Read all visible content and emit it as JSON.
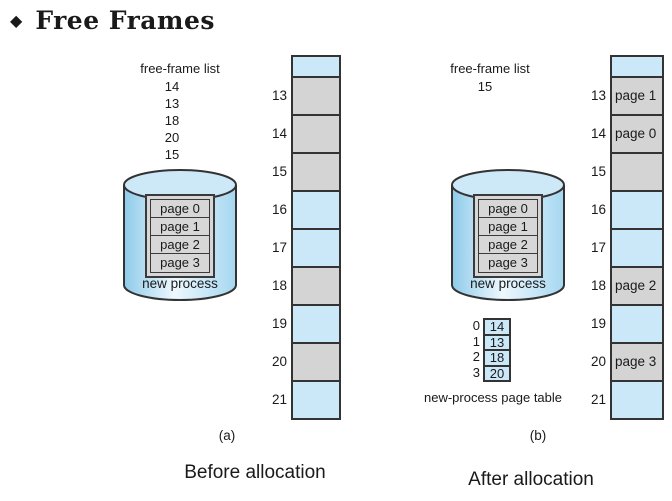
{
  "title": {
    "bullet": "◆",
    "text": "Free Frames"
  },
  "colors": {
    "frame_shaded_fill": "#d4d4d4",
    "frame_plain_fill": "#cbe8f8",
    "border": "#333333",
    "cylinder_top_fill": "#cde9f8",
    "cylinder_edge": "#8ecbea",
    "cylinder_center": "#eef8fe",
    "page_box_fill": "#d7d7d7"
  },
  "panel_a": {
    "free_frame_list_label": "free-frame list",
    "free_frame_numbers": [
      "14",
      "13",
      "18",
      "20",
      "15"
    ],
    "disk": {
      "pages": [
        "page 0",
        "page 1",
        "page 2",
        "page 3"
      ],
      "label": "new process"
    },
    "memory_frames": [
      {
        "frame": "13",
        "shaded": true,
        "content": ""
      },
      {
        "frame": "14",
        "shaded": true,
        "content": ""
      },
      {
        "frame": "15",
        "shaded": true,
        "content": ""
      },
      {
        "frame": "16",
        "shaded": false,
        "content": ""
      },
      {
        "frame": "17",
        "shaded": false,
        "content": ""
      },
      {
        "frame": "18",
        "shaded": true,
        "content": ""
      },
      {
        "frame": "19",
        "shaded": false,
        "content": ""
      },
      {
        "frame": "20",
        "shaded": true,
        "content": ""
      },
      {
        "frame": "21",
        "shaded": false,
        "content": ""
      }
    ],
    "caption": "(a)",
    "subcaption": "Before allocation"
  },
  "panel_b": {
    "free_frame_list_label": "free-frame list",
    "free_frame_numbers": [
      "15"
    ],
    "disk": {
      "pages": [
        "page 0",
        "page 1",
        "page 2",
        "page 3"
      ],
      "label": "new process"
    },
    "page_table": {
      "rows": [
        {
          "index": "0",
          "frame": "14"
        },
        {
          "index": "1",
          "frame": "13"
        },
        {
          "index": "2",
          "frame": "18"
        },
        {
          "index": "3",
          "frame": "20"
        }
      ],
      "label": "new-process page table"
    },
    "memory_frames": [
      {
        "frame": "13",
        "shaded": true,
        "content": "page 1"
      },
      {
        "frame": "14",
        "shaded": true,
        "content": "page 0"
      },
      {
        "frame": "15",
        "shaded": true,
        "content": ""
      },
      {
        "frame": "16",
        "shaded": false,
        "content": ""
      },
      {
        "frame": "17",
        "shaded": false,
        "content": ""
      },
      {
        "frame": "18",
        "shaded": true,
        "content": "page 2"
      },
      {
        "frame": "19",
        "shaded": false,
        "content": ""
      },
      {
        "frame": "20",
        "shaded": true,
        "content": "page 3"
      },
      {
        "frame": "21",
        "shaded": false,
        "content": ""
      }
    ],
    "caption": "(b)",
    "subcaption": "After allocation"
  }
}
